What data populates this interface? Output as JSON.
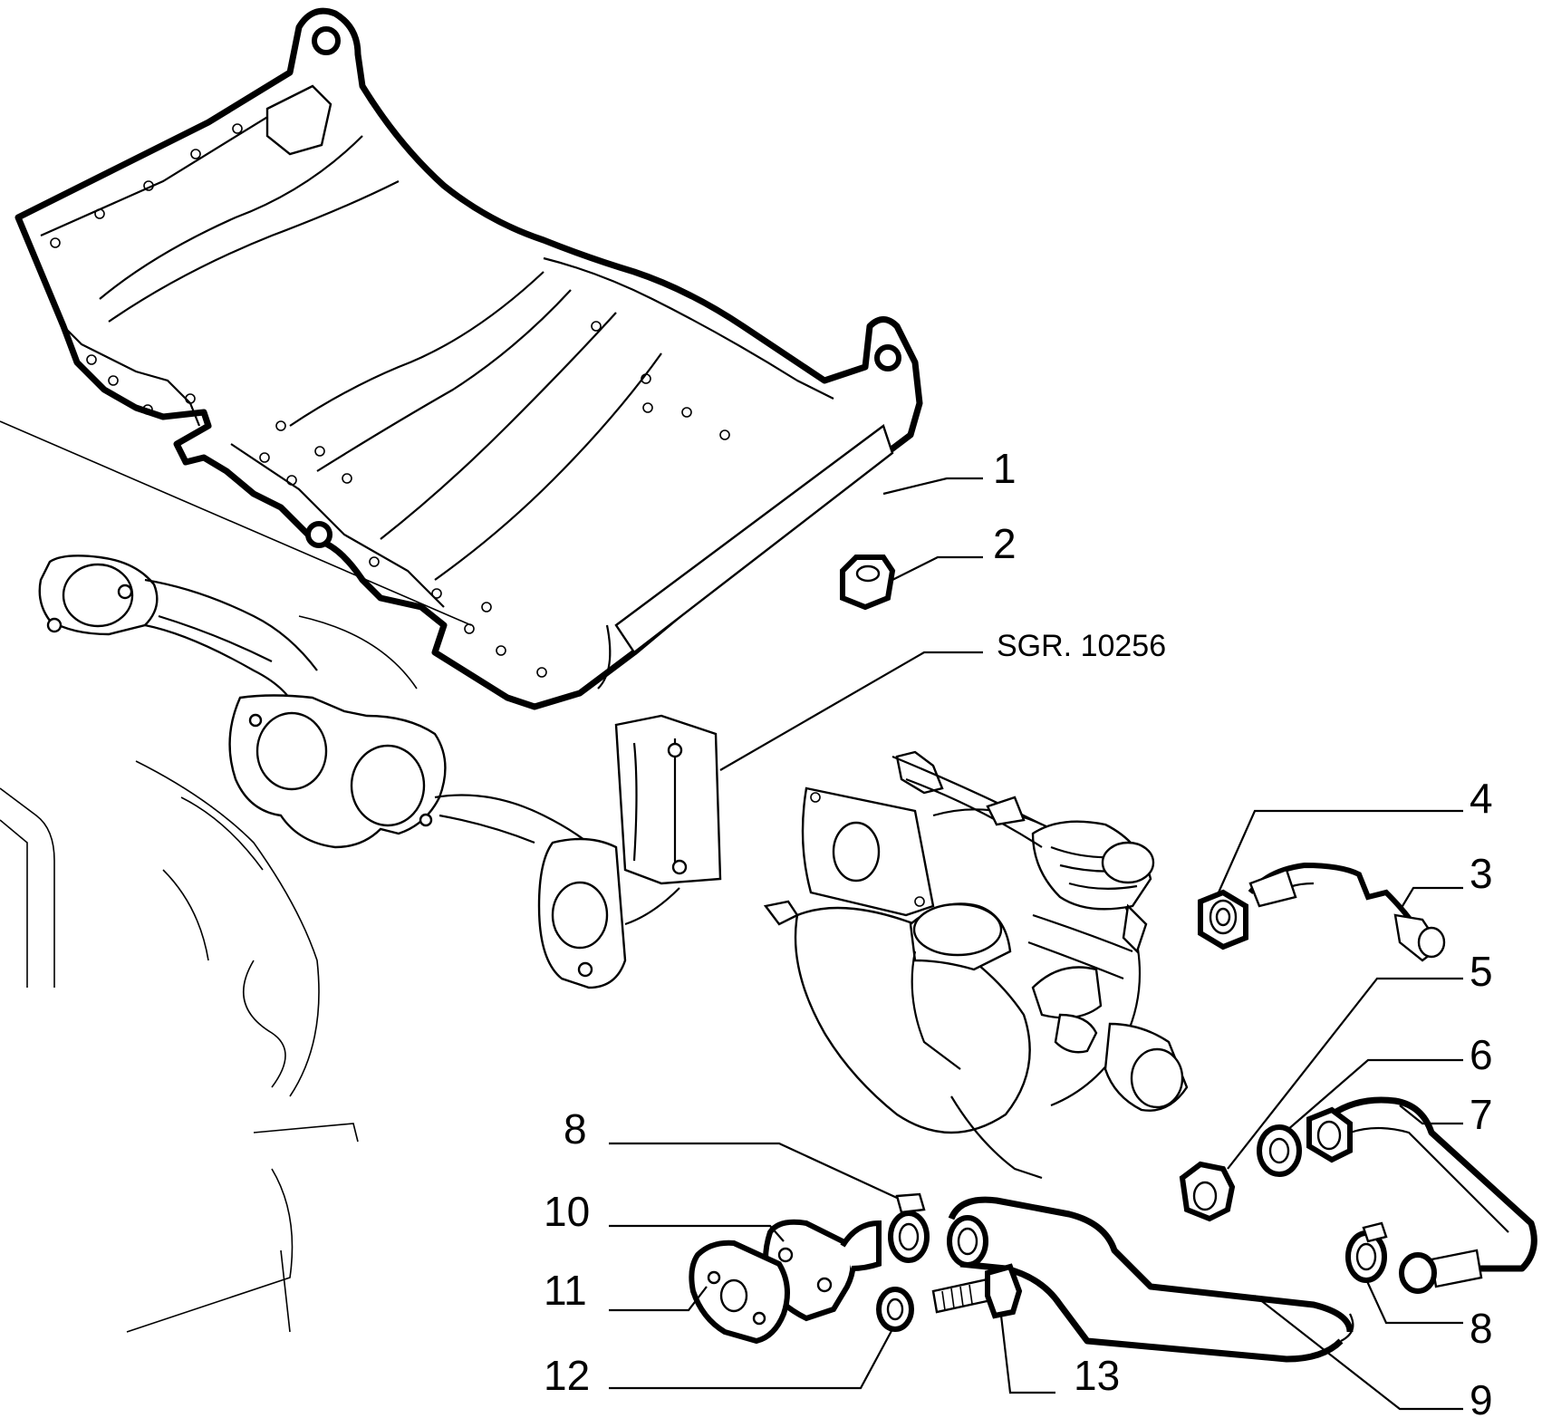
{
  "callouts": {
    "p1": "1",
    "p2": "2",
    "ref": "SGR. 10256",
    "p3": "3",
    "p4": "4",
    "p5": "5",
    "p6": "6",
    "p7": "7",
    "p8a": "8",
    "p8b": "8",
    "p9": "9",
    "p10": "10",
    "p11": "11",
    "p12": "12",
    "p13": "13"
  }
}
